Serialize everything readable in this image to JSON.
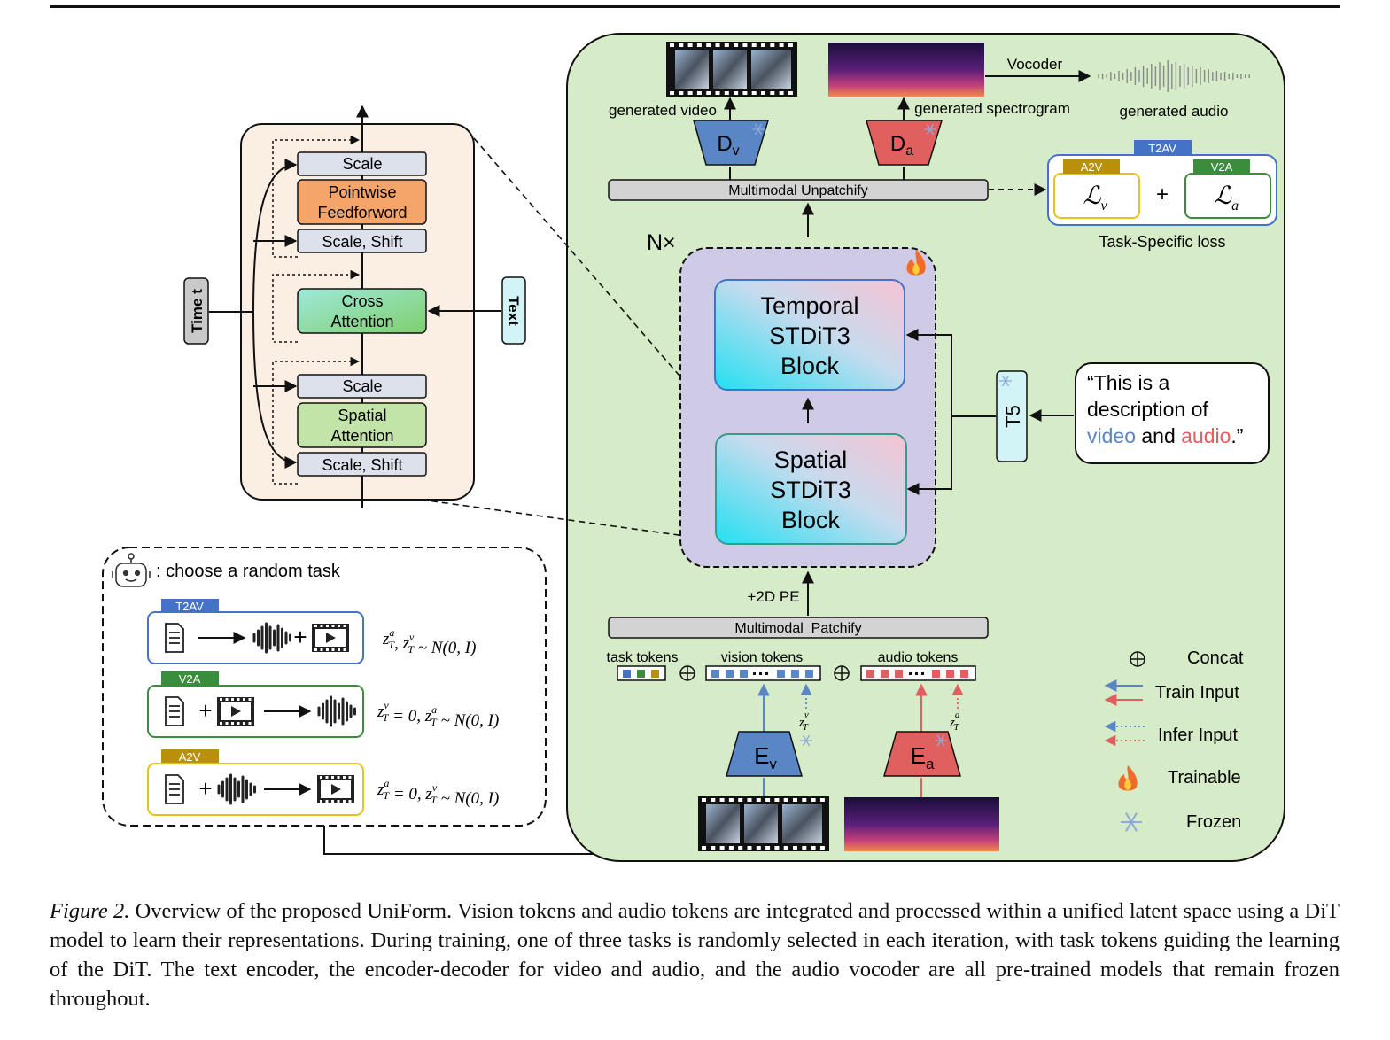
{
  "figure": {
    "left": {
      "time_label": "Time t",
      "text_label": "Text",
      "blocks": {
        "scale_top": "Scale",
        "ffn_line1": "Pointwise",
        "ffn_line2": "Feedforword",
        "scale_shift_top": "Scale, Shift",
        "cross_line1": "Cross",
        "cross_line2": "Attention",
        "scale_mid": "Scale",
        "spatial_line1": "Spatial",
        "spatial_line2": "Attention",
        "scale_shift_bottom": "Scale, Shift"
      }
    },
    "tasks": {
      "header": ": choose a random task",
      "items": [
        {
          "tag": "T2AV",
          "color": "#4472c4",
          "formula": "z_T^a, z_T^v ~ N(0, I)"
        },
        {
          "tag": "V2A",
          "color": "#3a8d3a",
          "formula": "z_T^v = 0, z_T^a ~ N(0, I)"
        },
        {
          "tag": "A2V",
          "color": "#b8900c",
          "formula": "z_T^a = 0, z_T^v ~ N(0, I)"
        }
      ]
    },
    "main": {
      "generated_video": "generated video",
      "generated_spectrogram": "generated spectrogram",
      "generated_audio": "generated audio",
      "vocoder": "Vocoder",
      "dv": "D",
      "dv_sub": "v",
      "da": "D",
      "da_sub": "a",
      "unpatchify": "Multimodal Unpatchify",
      "n_times": "N×",
      "loss": {
        "t2av": "T2AV",
        "a2v": "A2V",
        "v2a": "V2A",
        "lv": "ℒ",
        "lv_sub": "v",
        "la": "ℒ",
        "la_sub": "a",
        "plus": "+",
        "caption": "Task-Specific loss"
      },
      "temporal_block": [
        "Temporal",
        "STDiT3",
        "Block"
      ],
      "spatial_block": [
        "Spatial",
        "STDiT3",
        "Block"
      ],
      "t5": "T5",
      "prompt": {
        "line1": "“This is a",
        "line2": "description of",
        "video_word": "video",
        "and_word": " and ",
        "audio_word": "audio",
        "end": ".”"
      },
      "pe": "+2D PE",
      "patchify": "Multimodal  Patchify",
      "task_tokens": "task tokens",
      "vision_tokens": "vision tokens",
      "audio_tokens": "audio tokens",
      "zv": "z",
      "zv_sup": "v",
      "zv_sub": "T",
      "za": "z",
      "za_sup": "a",
      "za_sub": "T",
      "ev": "E",
      "ev_sub": "v",
      "ea": "E",
      "ea_sub": "a"
    },
    "legend": {
      "concat": "Concat",
      "train_input": "Train Input",
      "infer_input": "Infer Input",
      "trainable": "Trainable",
      "frozen": "Frozen"
    },
    "colors": {
      "green_bg": "#d6ebc7",
      "peach_bg": "#fbefe4",
      "lavender": "#cfcbe6",
      "video_blue": "#5b86c5",
      "audio_red": "#e06060"
    }
  },
  "caption": {
    "label": "Figure 2.",
    "text": " Overview of the proposed UniForm. Vision tokens and audio tokens are integrated and processed within a unified latent space using a DiT model to learn their representations. During training, one of three tasks is randomly selected in each iteration, with task tokens guiding the learning of the DiT. The text encoder, the encoder-decoder for video and audio, and the audio vocoder are all pre-trained models that remain frozen throughout."
  }
}
